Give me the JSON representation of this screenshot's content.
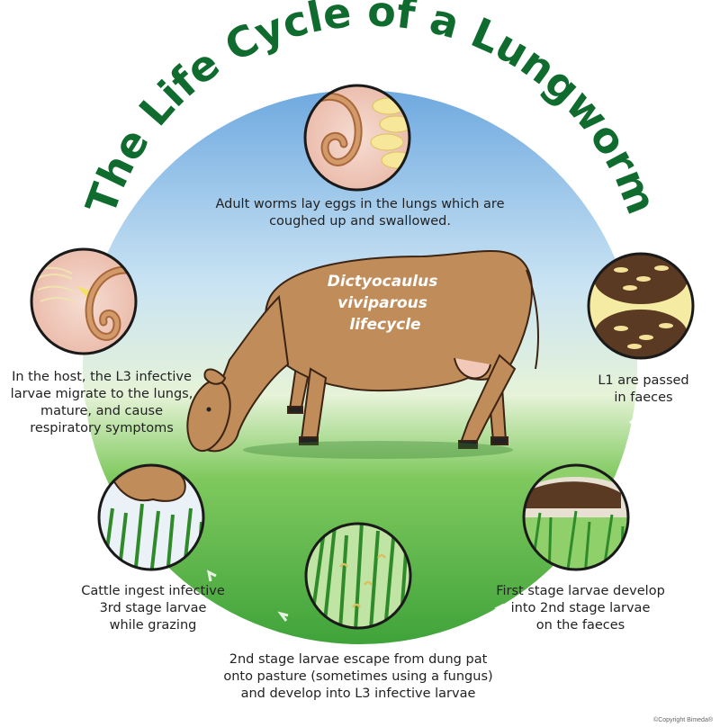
{
  "title": "The Life Cycle of a Lungworm",
  "center_label": [
    "Dictyocaulus",
    "viviparous",
    "lifecycle"
  ],
  "stages": {
    "adult_worms": [
      "Adult worms lay eggs in the lungs which are",
      "coughed up and swallowed."
    ],
    "l1_passed": [
      "L1 are passed",
      "in faeces"
    ],
    "first_stage": [
      "First stage larvae develop",
      "into 2nd stage larvae",
      "on the faeces"
    ],
    "second_stage": [
      "2nd stage larvae escape from dung pat",
      "onto pasture (sometimes using a fungus)",
      "and develop into L3 infective larvae"
    ],
    "ingest": [
      "Cattle ingest infective",
      "3rd stage larvae",
      "while grazing"
    ],
    "host": [
      "In the host, the L3 infective",
      "larvae migrate to the lungs,",
      "mature, and cause",
      "respiratory symptoms"
    ]
  },
  "copyright": "©Copyright Bimeda®",
  "colors": {
    "title_green": "#0f6b2e",
    "sky_blue": "#a9d3ee",
    "grass_green": "#5cbf4a",
    "cow_brown": "#c08c5a",
    "ring_border": "#1a1a1a"
  }
}
